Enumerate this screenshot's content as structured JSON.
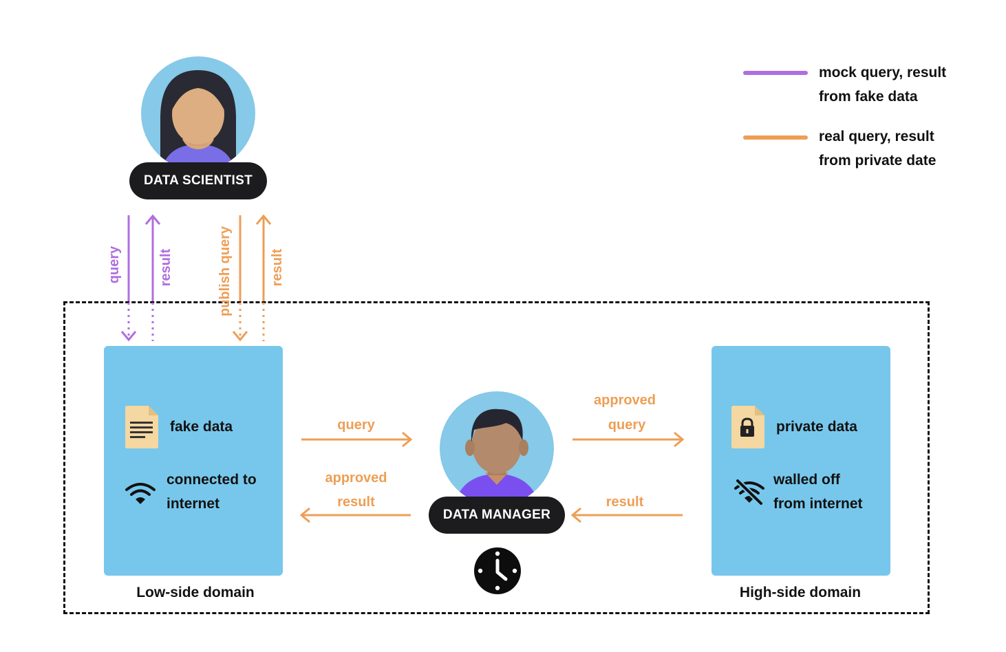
{
  "legend": {
    "mock_line_1": "mock query, result",
    "mock_line_2": "from fake data",
    "real_line_1": "real query, result",
    "real_line_2": "from private date",
    "mock_color": "#b06ee0",
    "real_color": "#ee9e55"
  },
  "data_scientist": {
    "label": "DATA SCIENTIST",
    "icon": "scientist-avatar-icon"
  },
  "data_manager": {
    "label": "DATA MANAGER",
    "icon": "manager-avatar-icon"
  },
  "scientist_edges": {
    "query": "query",
    "result_mock": "result",
    "publish_query": "publish query",
    "result_real": "result"
  },
  "manager_edges": {
    "left_query": "query",
    "left_approved_1": "approved",
    "left_approved_2": "result",
    "right_approved_1": "approved",
    "right_approved_2": "query",
    "right_result": "result"
  },
  "low_side": {
    "fake_data": "fake data",
    "connected_1": "connected to",
    "connected_2": "internet",
    "domain_label": "Low-side domain",
    "icons": [
      "document-icon",
      "wifi-icon"
    ]
  },
  "high_side": {
    "private_data": "private data",
    "walled_1": "walled off",
    "walled_2": "from internet",
    "domain_label": "High-side domain",
    "icons": [
      "locked-file-icon",
      "wifi-off-icon"
    ]
  },
  "clock_icon": "clock-icon"
}
